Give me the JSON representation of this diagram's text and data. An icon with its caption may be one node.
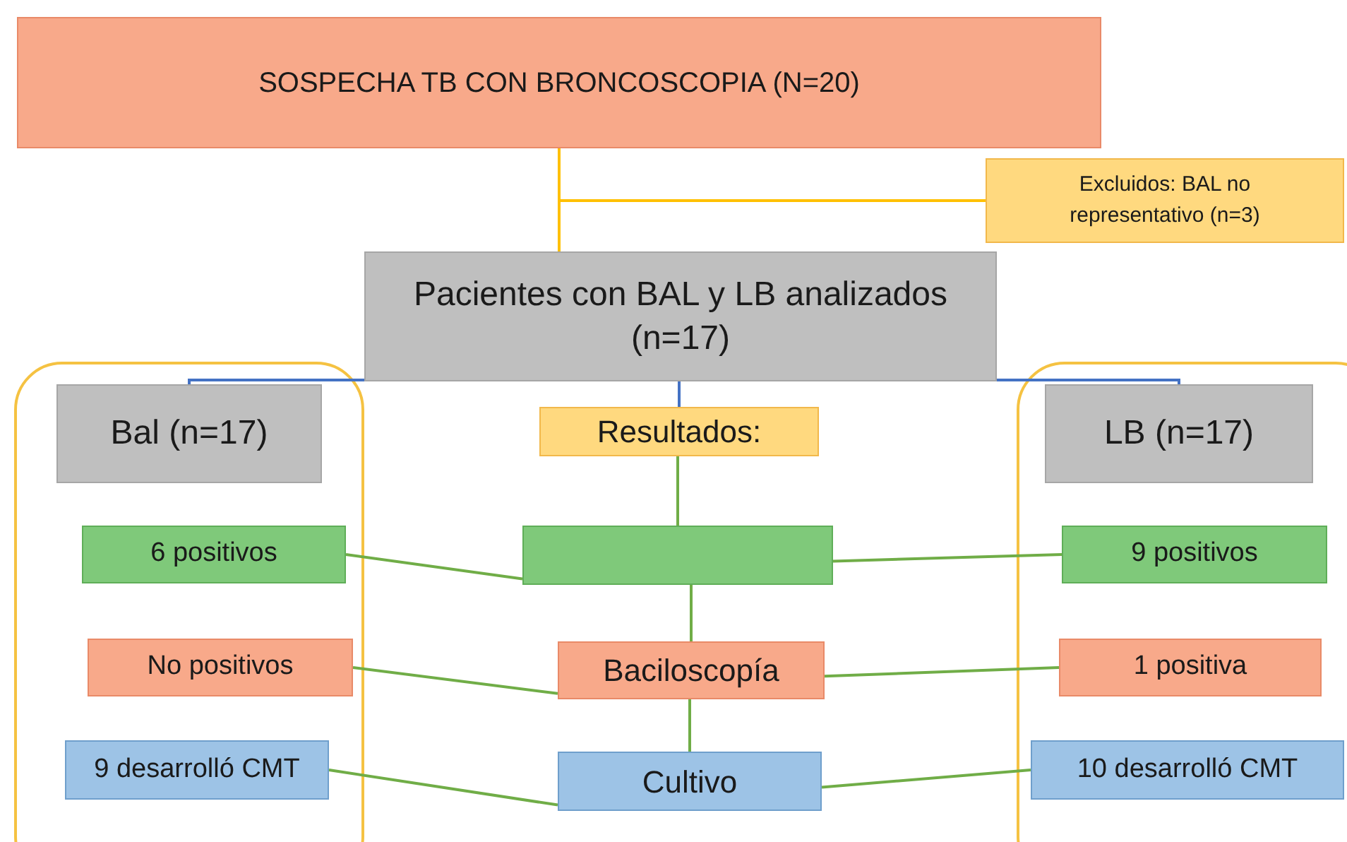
{
  "diagram": {
    "nodes": [
      {
        "text": [
          "SOSPECHA TB CON BRONCOSCOPIA (N=20)"
        ]
      },
      {
        "text": [
          "Excluidos: BAL no representativo (n=3)"
        ]
      },
      {
        "text": [
          "Pacientes  con BAL y LB analizados (n=17)"
        ]
      },
      {
        "text": [
          "Bal (n=17)"
        ]
      },
      {
        "text": [
          "Resultados:"
        ]
      },
      {
        "text": [
          "LB  (n=17)"
        ]
      },
      {
        "text": [
          "6 positivos"
        ]
      },
      {
        "text": [],
        "shape": "box"
      },
      {
        "text": [
          "9 positivos"
        ]
      },
      {
        "text": [
          "No positivos"
        ]
      },
      {
        "text": [
          "Baciloscopía"
        ]
      },
      {
        "text": [
          "1 positiva"
        ]
      },
      {
        "text": [
          "9 desarrolló CMT"
        ]
      },
      {
        "text": [
          "Cultivo"
        ]
      },
      {
        "text": [
          "10 desarrolló CMT"
        ]
      }
    ],
    "edges": [
      {
        "from": 0,
        "to": 2,
        "arrow": "none",
        "color": "#ffc000"
      },
      {
        "from": 0,
        "to": 1,
        "arrow": "none",
        "color": "#ffc000"
      },
      {
        "from": 2,
        "to": 3,
        "arrow": "none",
        "color": "#4472c4"
      },
      {
        "from": 2,
        "to": 4,
        "arrow": "none",
        "color": "#4472c4"
      },
      {
        "from": 2,
        "to": 5,
        "arrow": "none",
        "color": "#4472c4"
      },
      {
        "from": 4,
        "to": 7,
        "arrow": "none"
      },
      {
        "from": 7,
        "to": 10,
        "arrow": "none"
      },
      {
        "from": 10,
        "to": 13,
        "arrow": "none"
      },
      {
        "from": 6,
        "to": 7,
        "arrow": "none"
      },
      {
        "from": 8,
        "to": 7,
        "arrow": "none"
      },
      {
        "from": 9,
        "to": 10,
        "arrow": "none"
      },
      {
        "from": 11,
        "to": 10,
        "arrow": "none"
      },
      {
        "from": 12,
        "to": 13,
        "arrow": "none"
      },
      {
        "from": 14,
        "to": 13,
        "arrow": "none"
      }
    ]
  }
}
